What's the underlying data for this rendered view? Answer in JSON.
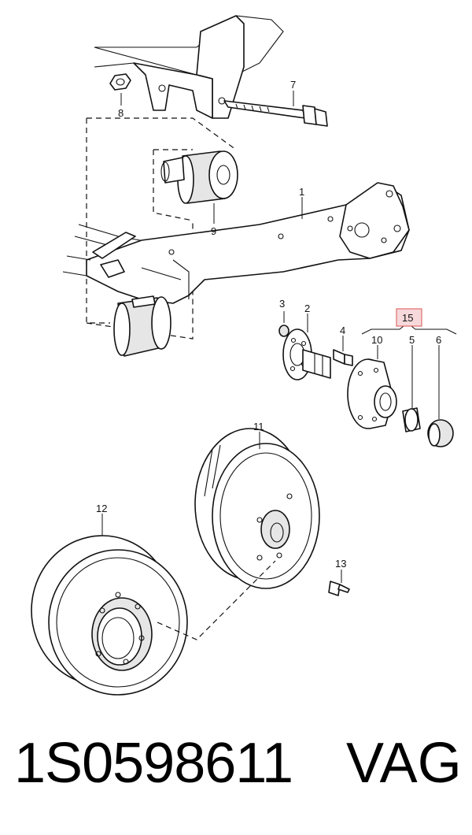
{
  "diagram": {
    "callouts": {
      "c1": "1",
      "c2": "2",
      "c3": "3",
      "c4": "4",
      "c5": "5",
      "c6": "6",
      "c7": "7",
      "c8": "8",
      "c9": "9",
      "c10": "10",
      "c11": "11",
      "c12": "12",
      "c13": "13",
      "c15": "15"
    },
    "highlight_color": "#f7d9dc",
    "highlight_border": "#d9534f"
  },
  "footer": {
    "part_number": "1S0598611",
    "brand": "VAG"
  }
}
